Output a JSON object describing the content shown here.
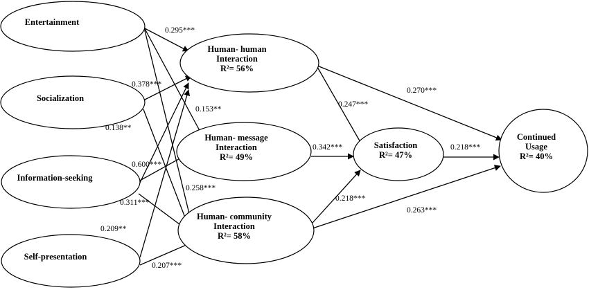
{
  "diagram": {
    "nodes": {
      "entertainment": {
        "lines": [
          "Entertainment"
        ]
      },
      "socialization": {
        "lines": [
          "Socialization"
        ]
      },
      "information_seeking": {
        "lines": [
          "Information-seeking"
        ]
      },
      "self_presentation": {
        "lines": [
          "Self-presentation"
        ]
      },
      "human_human": {
        "lines": [
          "Human- human",
          "Interaction",
          "R²= 56%"
        ]
      },
      "human_message": {
        "lines": [
          "Human- message",
          "Interaction",
          "R²= 49%"
        ]
      },
      "human_community": {
        "lines": [
          "Human- community",
          "Interaction",
          "R²= 58%"
        ]
      },
      "satisfaction": {
        "lines": [
          "Satisfaction",
          "R²= 47%"
        ]
      },
      "continued_usage": {
        "lines": [
          "Continued",
          "Usage",
          "R²= 40%"
        ]
      }
    },
    "edges": [
      {
        "from": "entertainment",
        "to": "human_human"
      },
      {
        "from": "entertainment",
        "to": "human_message"
      },
      {
        "from": "entertainment",
        "to": "human_community"
      },
      {
        "from": "socialization",
        "to": "human_human"
      },
      {
        "from": "socialization",
        "to": "human_community"
      },
      {
        "from": "information_seeking",
        "to": "human_human"
      },
      {
        "from": "information_seeking",
        "to": "human_message"
      },
      {
        "from": "information_seeking",
        "to": "human_community"
      },
      {
        "from": "self_presentation",
        "to": "human_human"
      },
      {
        "from": "self_presentation",
        "to": "human_community"
      },
      {
        "from": "human_human",
        "to": "satisfaction"
      },
      {
        "from": "human_human",
        "to": "continued_usage"
      },
      {
        "from": "human_message",
        "to": "satisfaction"
      },
      {
        "from": "human_community",
        "to": "satisfaction"
      },
      {
        "from": "human_community",
        "to": "continued_usage"
      },
      {
        "from": "satisfaction",
        "to": "continued_usage"
      }
    ],
    "coefficients": {
      "c1": "0.295***",
      "c2": "0.378***",
      "c3": "0.153**",
      "c4": "0.138**",
      "c5": "0.600***",
      "c6": "0.258***",
      "c7": "0.311***",
      "c8": "0.209**",
      "c9": "0.207***",
      "c10": "0.247***",
      "c11": "0.270***",
      "c12": "0.342***",
      "c13": "0.218***",
      "c14": "0.218***",
      "c15": "0.263***"
    }
  }
}
